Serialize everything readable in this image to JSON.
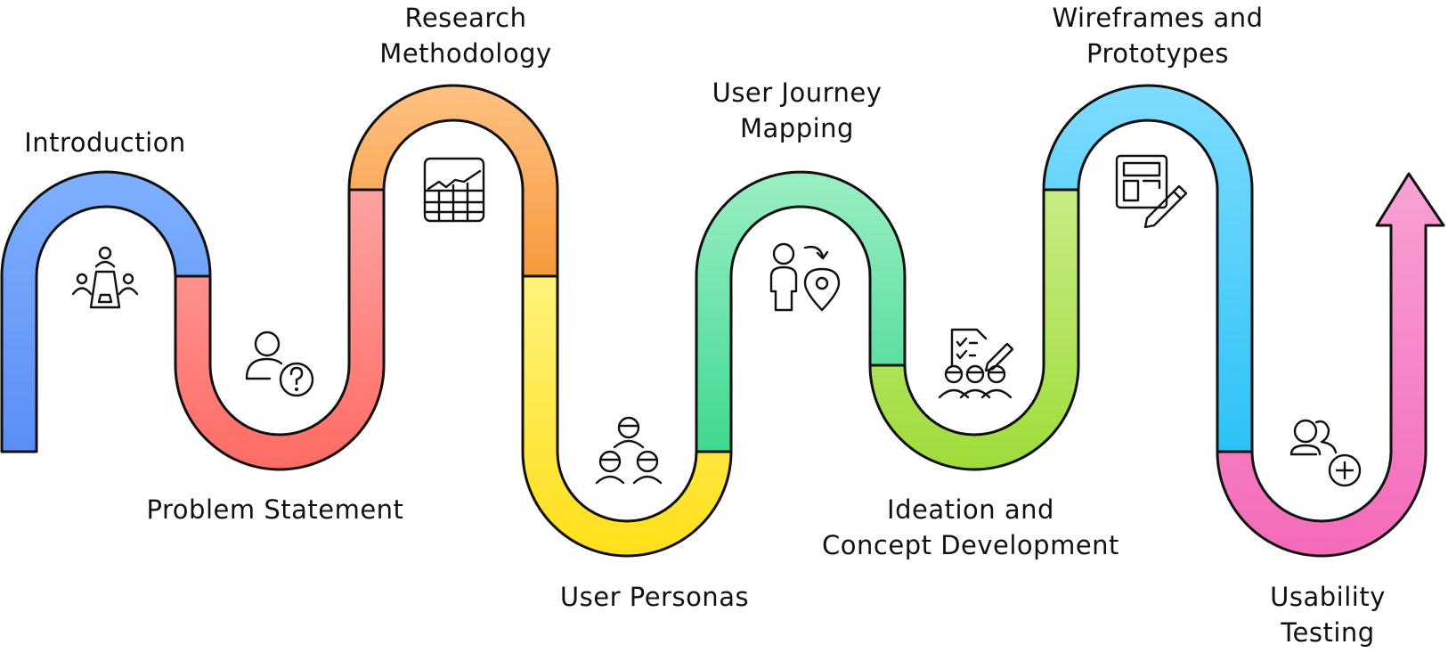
{
  "steps": [
    {
      "id": "introduction",
      "lines": [
        "Introduction"
      ],
      "icon": "meeting-table-icon",
      "colors": [
        "#5b8ef5",
        "#7fb0ff"
      ]
    },
    {
      "id": "problem-statement",
      "lines": [
        "Problem Statement"
      ],
      "icon": "user-question-icon",
      "colors": [
        "#ff6b64",
        "#ffa3a0"
      ]
    },
    {
      "id": "research-methodology",
      "lines": [
        "Research",
        "Methodology"
      ],
      "icon": "chart-grid-icon",
      "colors": [
        "#f59a3d",
        "#ffc183"
      ]
    },
    {
      "id": "user-personas",
      "lines": [
        "User Personas"
      ],
      "icon": "persona-group-icon",
      "colors": [
        "#ffe01a",
        "#fff27a"
      ]
    },
    {
      "id": "user-journey-mapping",
      "lines": [
        "User Journey",
        "Mapping"
      ],
      "icon": "user-location-icon",
      "colors": [
        "#3fd890",
        "#9beec3"
      ]
    },
    {
      "id": "ideation-concept-development",
      "lines": [
        "Ideation and",
        "Concept Development"
      ],
      "icon": "team-checklist-icon",
      "colors": [
        "#9edc3a",
        "#c8ec85"
      ]
    },
    {
      "id": "wireframes-prototypes",
      "lines": [
        "Wireframes and",
        "Prototypes"
      ],
      "icon": "wireframe-pencil-icon",
      "colors": [
        "#2cc2f5",
        "#7fdcff"
      ]
    },
    {
      "id": "usability-testing",
      "lines": [
        "Usability",
        "Testing"
      ],
      "icon": "users-add-icon",
      "colors": [
        "#f46ab8",
        "#f7a2d4"
      ]
    }
  ]
}
